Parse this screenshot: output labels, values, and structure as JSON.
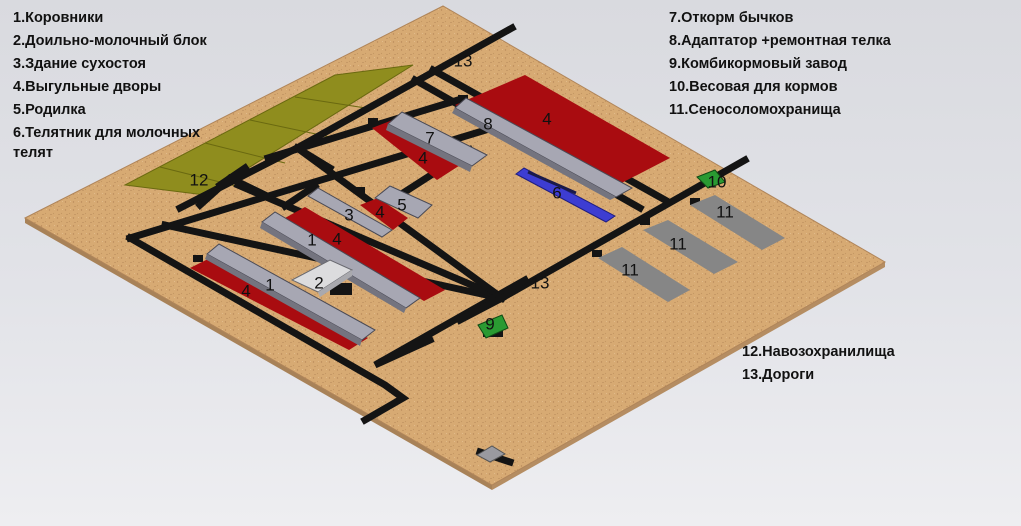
{
  "legend": {
    "left": [
      "1.Коровники",
      "2.Доильно-молочный блок",
      "3.Здание сухостоя",
      "4.Выгульные дворы",
      "5.Родилка",
      "6.Телятник для молочных телят"
    ],
    "right_top": [
      "7.Откорм бычков",
      "8.Адаптатор +ремонтная телка",
      "9.Комбикормовый завод",
      "10.Весовая для кормов",
      "11.Сеносоломохранища"
    ],
    "right_bottom": [
      "12.Навозохранилища",
      "13.Дороги"
    ]
  },
  "markers": {
    "n1": "1",
    "n2": "2",
    "n3": "3",
    "n4": "4",
    "n5": "5",
    "n6": "6",
    "n7": "7",
    "n8": "8",
    "n9": "9",
    "n10": "10",
    "n11": "11",
    "n12": "12",
    "n13": "13"
  },
  "colors": {
    "ground": "#d6a872",
    "road": "#141414",
    "yard": "#a80c10",
    "building": "#9a9aa6",
    "calf_house": "#3c3cd0",
    "manure_storage": "#8e8c1c",
    "hay_storage": "#858585",
    "feed_plant": "#2a9a32"
  }
}
